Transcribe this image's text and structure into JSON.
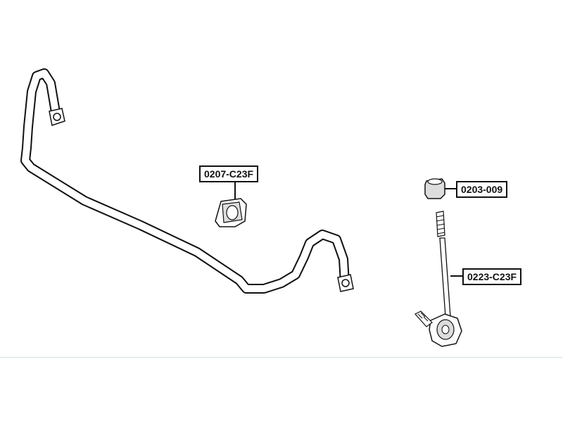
{
  "parts": [
    {
      "id": "stabilizer-bushing",
      "label": "0207-C23F"
    },
    {
      "id": "link-nut",
      "label": "0203-009"
    },
    {
      "id": "stabilizer-link",
      "label": "0223-C23F"
    }
  ],
  "colors": {
    "outline": "#111111",
    "shade": "#dddddd",
    "background": "#ffffff",
    "baseline": "#cfe3e3"
  }
}
